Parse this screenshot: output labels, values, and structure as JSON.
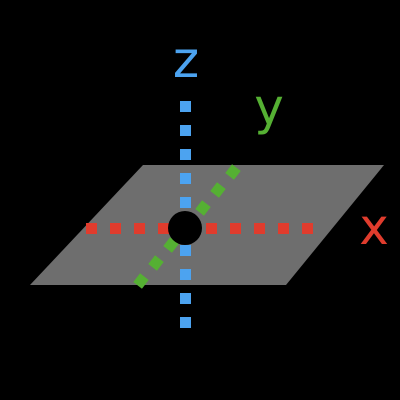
{
  "labels": {
    "z": "z",
    "y": "y",
    "x": "x"
  },
  "colors": {
    "background": "#000000",
    "plane": "#6e6e6e",
    "z_axis": "#4ca3f0",
    "y_axis": "#55b033",
    "x_axis": "#e03c2d",
    "origin": "#000000"
  }
}
